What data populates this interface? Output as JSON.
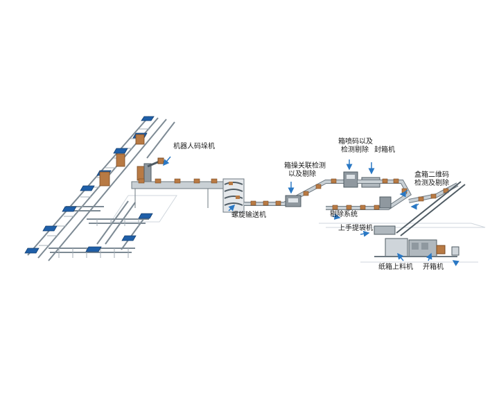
{
  "labels": {
    "palletizer": "机器人码垛机",
    "spiral": "螺旋输送机",
    "weigh_line1": "箱操关联检测",
    "weigh_line2": "以及剔除",
    "spray_line1": "箱喷码以及",
    "spray_line2": "检测剔除",
    "sealer": "封箱机",
    "qr_line1": "盒箱二维码",
    "qr_line2": "检测及剔除",
    "reject": "剔除系统",
    "handle": "上手提袋机",
    "carton_feed": "纸箱上料机",
    "unpacker": "开箱机"
  },
  "colors": {
    "frame": "#7d8a94",
    "frame_dark": "#4f5b63",
    "pallet_blue": "#1f5fa8",
    "box": "#b87a44",
    "box_dark": "#7a4a22",
    "arrow": "#2a78c4",
    "machine": "#8f989f"
  },
  "icons": [
    "down-arrow-icon",
    "right-arrow-icon",
    "curved-arrow-icon"
  ]
}
